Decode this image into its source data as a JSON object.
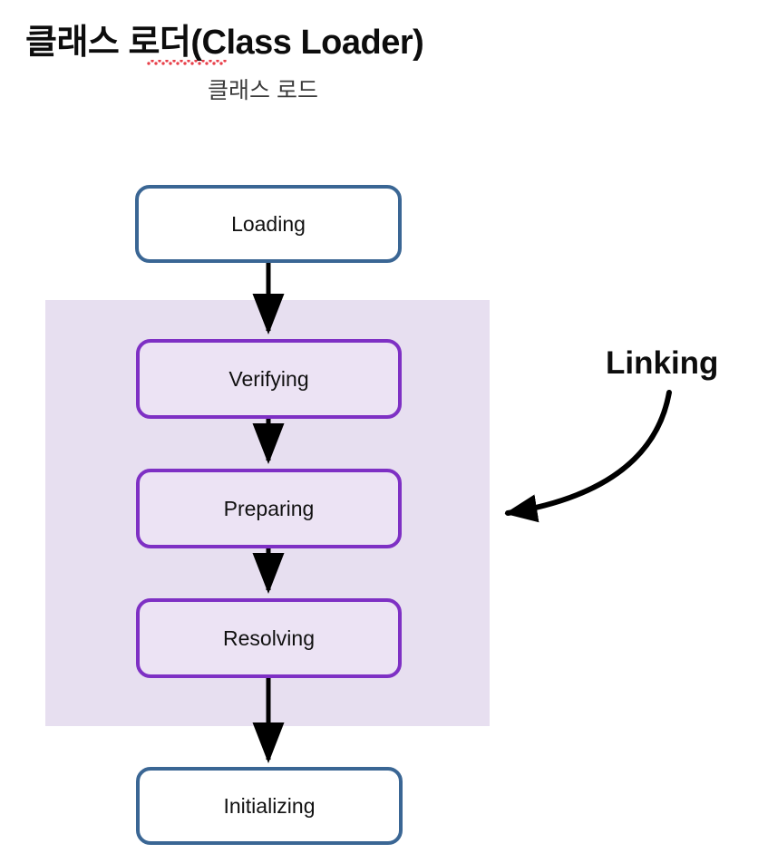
{
  "header": {
    "title": "클래스 로더(Class Loader)",
    "subtitle": "클래스 로드",
    "spellcheck_marker": "red-squiggle-underline"
  },
  "diagram": {
    "type": "flowchart",
    "orientation": "vertical",
    "group_label": "Linking",
    "group_region": {
      "label": "Linking",
      "contains": [
        "Verifying",
        "Preparing",
        "Resolving"
      ],
      "fill_color": "#e7dff0"
    },
    "nodes": [
      {
        "id": "loading",
        "label": "Loading",
        "style": "blue",
        "border_color": "#3a6694",
        "fill_color": "#ffffff"
      },
      {
        "id": "verifying",
        "label": "Verifying",
        "style": "purple",
        "border_color": "#7e30c4",
        "fill_color": "#ece3f4"
      },
      {
        "id": "preparing",
        "label": "Preparing",
        "style": "purple",
        "border_color": "#7e30c4",
        "fill_color": "#ece3f4"
      },
      {
        "id": "resolving",
        "label": "Resolving",
        "style": "purple",
        "border_color": "#7e30c4",
        "fill_color": "#ece3f4"
      },
      {
        "id": "initializing",
        "label": "Initializing",
        "style": "blue",
        "border_color": "#3a6694",
        "fill_color": "#ffffff"
      }
    ],
    "edges": [
      {
        "from": "loading",
        "to": "verifying",
        "kind": "straight-arrow"
      },
      {
        "from": "verifying",
        "to": "preparing",
        "kind": "straight-arrow"
      },
      {
        "from": "preparing",
        "to": "resolving",
        "kind": "straight-arrow"
      },
      {
        "from": "resolving",
        "to": "initializing",
        "kind": "straight-arrow"
      },
      {
        "from": "Linking",
        "to": "group_region",
        "kind": "curved-arrow"
      }
    ],
    "colors": {
      "arrow": "#000000",
      "text": "#111111",
      "title": "#0d0d0d",
      "subtitle": "#3b3b3b",
      "spellcheck": "#e8404a"
    }
  }
}
